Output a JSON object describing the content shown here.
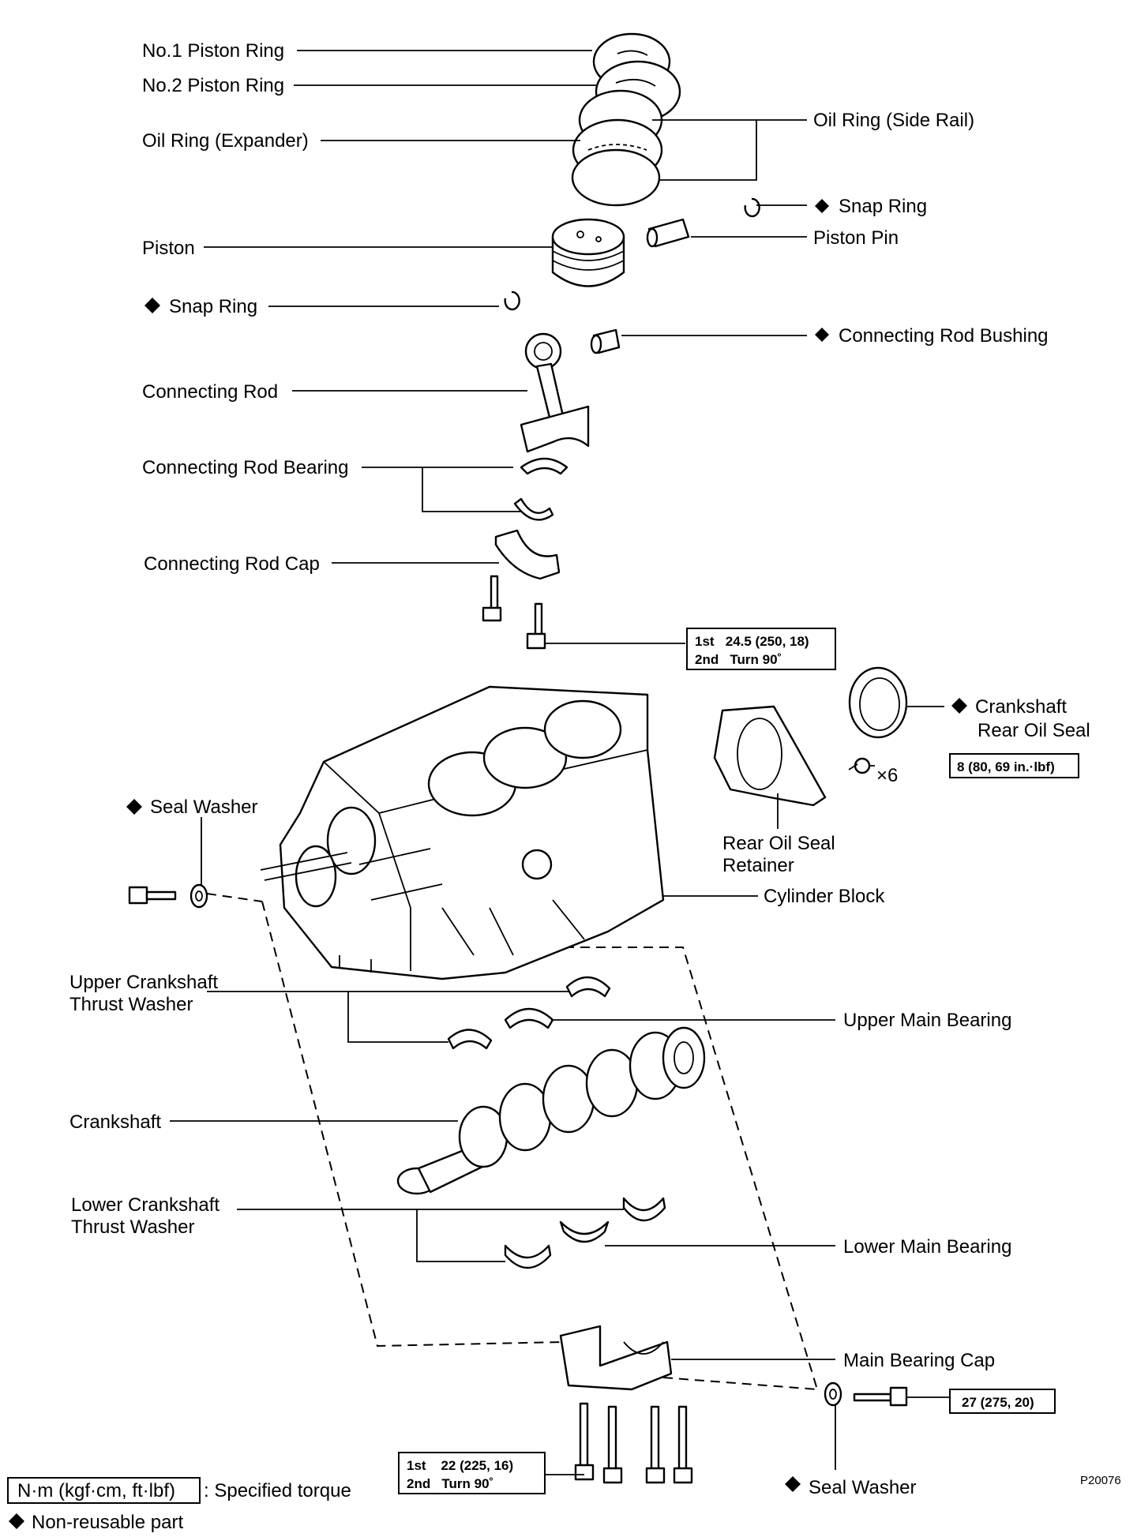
{
  "labels": {
    "no1_piston_ring": "No.1 Piston Ring",
    "no2_piston_ring": "No.2 Piston Ring",
    "oil_ring_expander": "Oil Ring (Expander)",
    "oil_ring_side_rail": "Oil Ring (Side Rail)",
    "snap_ring_right": "Snap Ring",
    "piston": "Piston",
    "piston_pin": "Piston Pin",
    "snap_ring_left": "Snap Ring",
    "connecting_rod_bushing": "Connecting Rod Bushing",
    "connecting_rod": "Connecting Rod",
    "connecting_rod_bearing": "Connecting Rod Bearing",
    "connecting_rod_cap": "Connecting Rod Cap",
    "crankshaft_rear_oil_seal_1": "Crankshaft",
    "crankshaft_rear_oil_seal_2": "Rear Oil Seal",
    "times_six": "×6",
    "seal_washer_left": "Seal Washer",
    "rear_oil_seal_retainer_1": "Rear Oil Seal",
    "rear_oil_seal_retainer_2": "Retainer",
    "cylinder_block": "Cylinder Block",
    "upper_thrust_washer_1": "Upper Crankshaft",
    "upper_thrust_washer_2": "Thrust Washer",
    "upper_main_bearing": "Upper Main Bearing",
    "crankshaft": "Crankshaft",
    "lower_thrust_washer_1": "Lower Crankshaft",
    "lower_thrust_washer_2": "Thrust Washer",
    "lower_main_bearing": "Lower Main Bearing",
    "main_bearing_cap": "Main Bearing Cap",
    "seal_washer_right": "Seal Washer"
  },
  "torque_specs": {
    "rod_cap_1": "1st   24.5 (250, 18)",
    "rod_cap_2": "2nd   Turn 90˚",
    "retainer_bolt": "8 (80, 69 in.·lbf)",
    "side_bolt": "27 (275, 20)",
    "main_cap_1": "1st    22 (225, 16)",
    "main_cap_2": "2nd   Turn 90˚"
  },
  "legend": {
    "torque_unit": "N·m (kgf·cm, ft·lbf)",
    "torque_desc": ": Specified torque",
    "non_reusable": "Non-reusable part"
  },
  "figure_code": "P20076",
  "colors": {
    "ink": "#000000",
    "paper": "#ffffff"
  },
  "icons": {
    "non_reusable_marker": "black-diamond"
  }
}
